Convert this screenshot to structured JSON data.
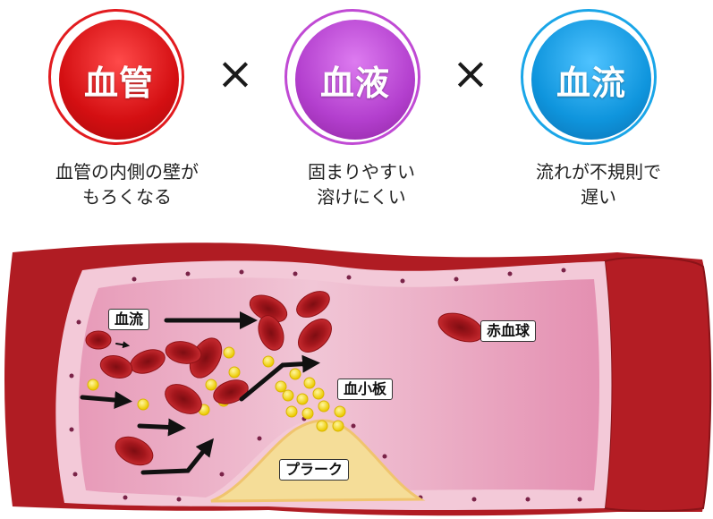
{
  "header": {
    "circles": [
      {
        "label": "血管",
        "color": "#e0171a",
        "ring": "#e21b1f"
      },
      {
        "label": "血液",
        "color": "#b83fcf",
        "ring": "#c04ad4"
      },
      {
        "label": "血流",
        "color": "#1199e0",
        "ring": "#1aa6e8"
      }
    ],
    "separator": "×",
    "captions": [
      {
        "line1": "血管の内側の壁が",
        "line2": "もろくなる"
      },
      {
        "line1": "固まりやすい",
        "line2": "溶けにくい"
      },
      {
        "line1": "流れが不規則で",
        "line2": "遅い"
      }
    ]
  },
  "diagram": {
    "labels": {
      "blood_flow": "血流",
      "red_blood_cell": "赤血球",
      "platelet": "血小板",
      "plaque": "プラーク"
    }
  },
  "colors": {
    "vessel_wall": "#b01c23",
    "lumen": "#e9a7bf",
    "wall_lining": "#f3c9d8",
    "plaque": "#f5dd98",
    "platelet": "#f4d800"
  }
}
